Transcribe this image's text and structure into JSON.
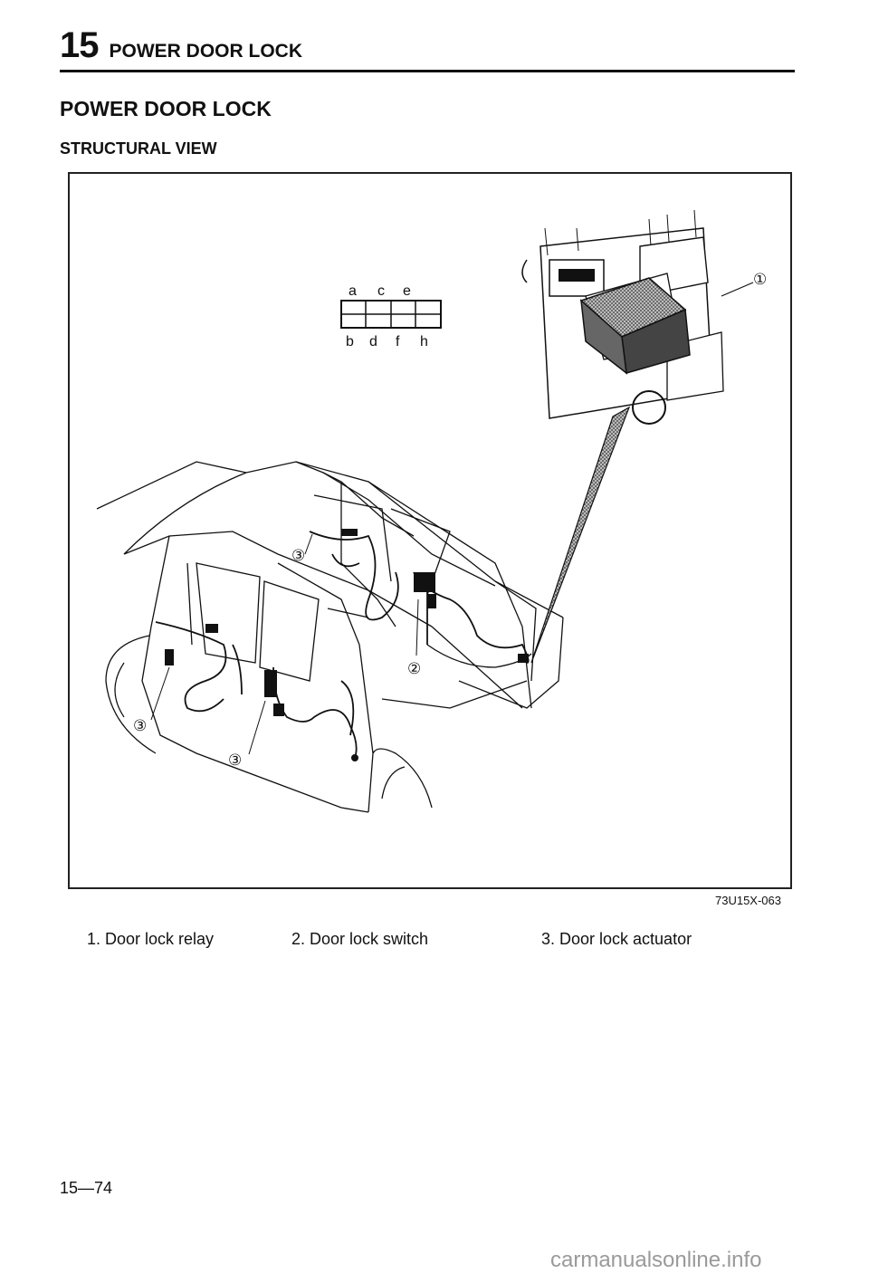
{
  "header": {
    "section_number": "15",
    "section_title": "POWER DOOR LOCK"
  },
  "page_title": "POWER DOOR LOCK",
  "subtitle": "STRUCTURAL VIEW",
  "figure": {
    "code": "73U15X-063",
    "connector_pins_top": [
      "a",
      "c",
      "e"
    ],
    "connector_pins_bottom": [
      "b",
      "d",
      "f",
      "h"
    ],
    "callouts": [
      "①",
      "②",
      "③",
      "③",
      "③"
    ]
  },
  "legend": [
    "1. Door lock relay",
    "2. Door lock switch",
    "3. Door lock actuator"
  ],
  "page_number": "15—74",
  "watermark": "carmanualsonline.info"
}
